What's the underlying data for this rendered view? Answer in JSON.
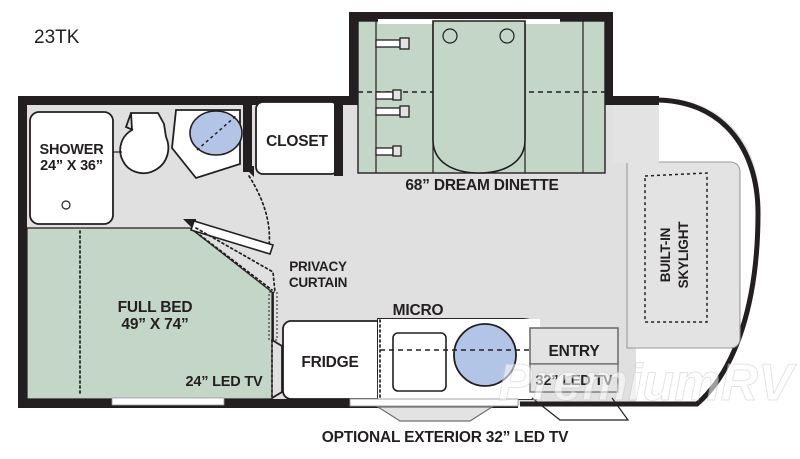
{
  "floorplan": {
    "model": "23TK",
    "watermark": "PremiumRV",
    "caption": "OPTIONAL EXTERIOR 32” LED TV",
    "colors": {
      "wall": "#231f20",
      "floor": "#e0e0e0",
      "furniture_green": "#c3d6c8",
      "sink_blue": "#b2c5e6",
      "grey_box": "#e3e3e3",
      "background": "#ffffff"
    },
    "rooms": [
      {
        "id": "shower",
        "label_line1": "SHOWER",
        "label_line2": "24” X 36”"
      },
      {
        "id": "closet",
        "label_line1": "CLOSET",
        "label_line2": ""
      },
      {
        "id": "dinette",
        "label_line1": "68” DREAM DINETTE",
        "label_line2": ""
      },
      {
        "id": "bed",
        "label_line1": "FULL BED",
        "label_line2": "49” X 74”"
      },
      {
        "id": "fridge",
        "label_line1": "FRIDGE",
        "label_line2": ""
      },
      {
        "id": "micro",
        "label_line1": "MICRO",
        "label_line2": ""
      },
      {
        "id": "entry",
        "label_line1": "ENTRY",
        "label_line2": ""
      },
      {
        "id": "skylight",
        "label_line1": "BUILT-IN",
        "label_line2": "SKYLIGHT"
      }
    ],
    "annotations": [
      {
        "id": "privacy-curtain",
        "line1": "PRIVACY",
        "line2": "CURTAIN"
      },
      {
        "id": "bedroom-tv",
        "line1": "24” LED TV",
        "line2": ""
      },
      {
        "id": "entry-tv",
        "line1": "32” LED TV",
        "line2": ""
      }
    ]
  }
}
